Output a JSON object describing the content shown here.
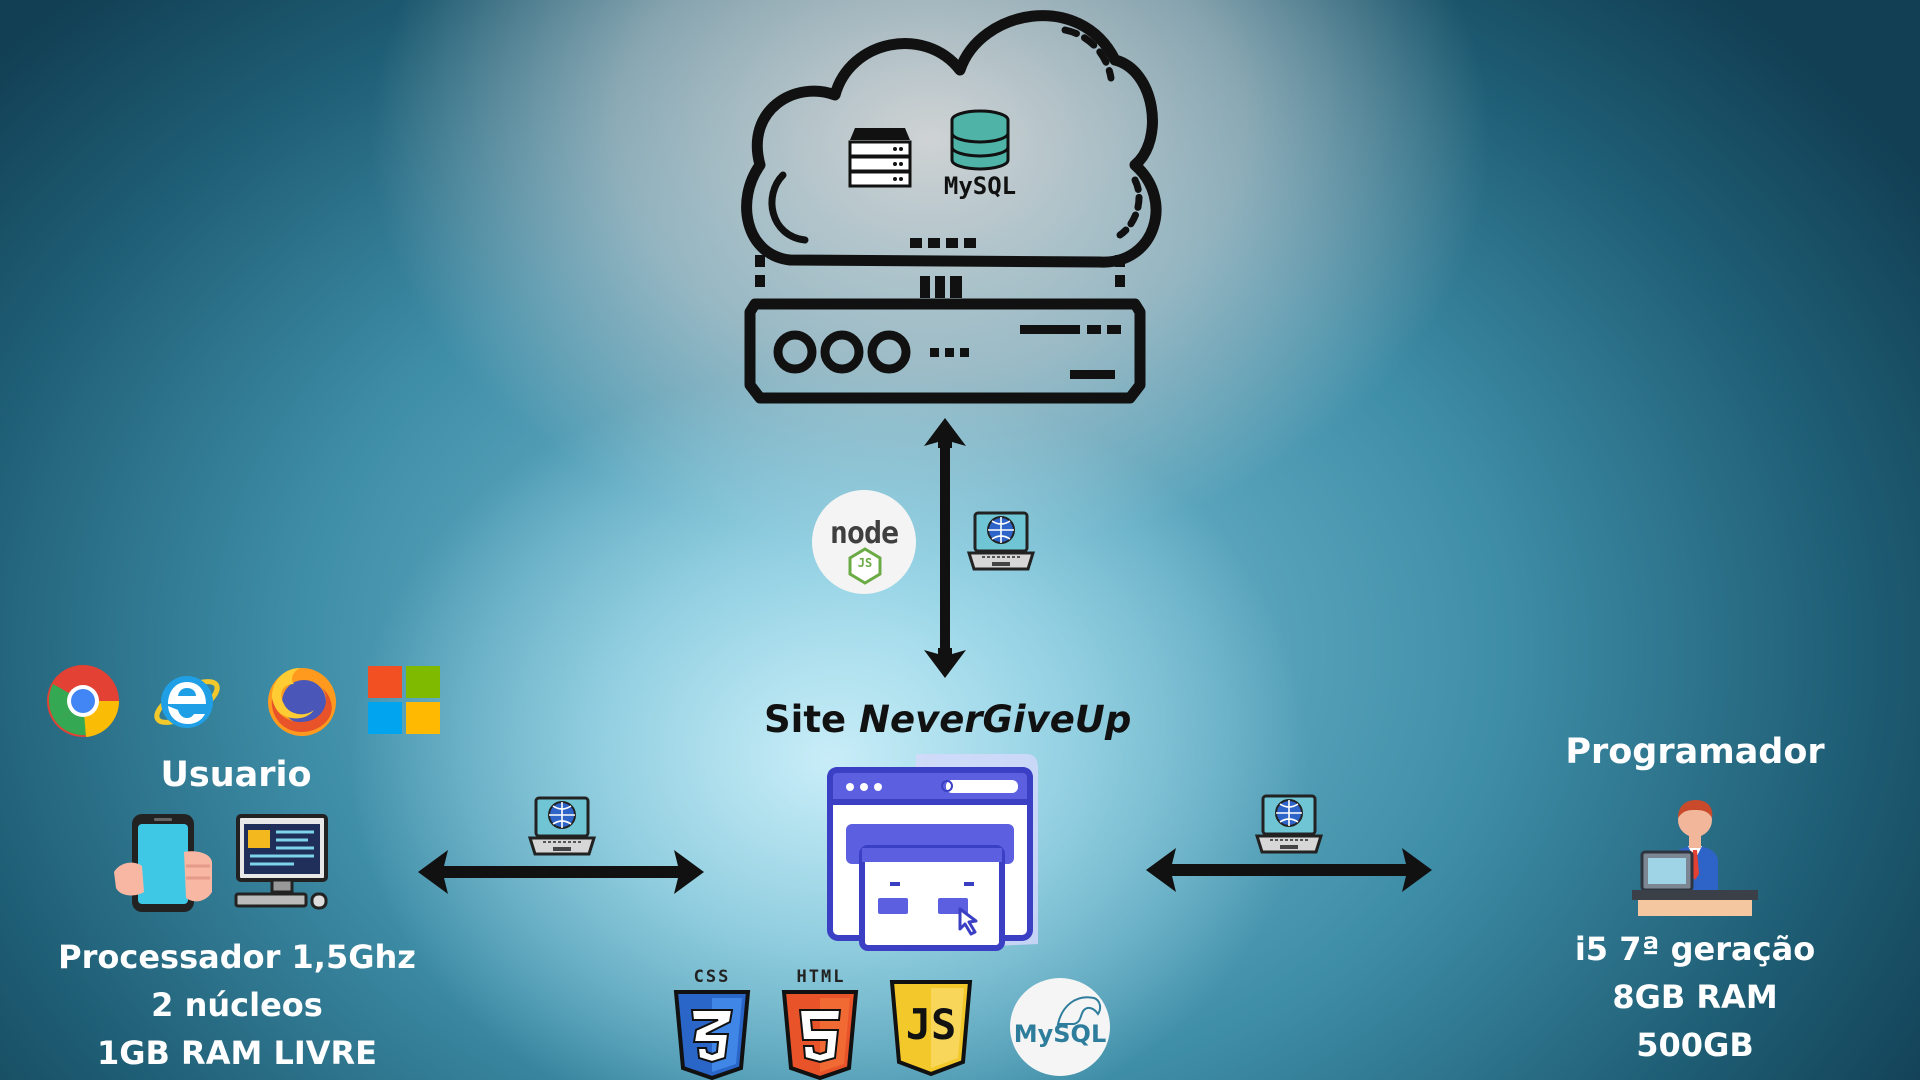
{
  "diagram": {
    "cloud_server": {
      "db_label": "MySQL"
    },
    "site": {
      "prefix": "Site",
      "name": "NeverGiveUp"
    },
    "usuario": {
      "title": "Usuario",
      "specs": [
        "Processador 1,5Ghz",
        "2 núcleos",
        "1GB RAM LIVRE"
      ]
    },
    "programador": {
      "title": "Programador",
      "specs": [
        "i5 7ª geração",
        "8GB RAM",
        "500GB"
      ]
    },
    "tech_logos": {
      "css": "CSS",
      "html": "HTML",
      "js": "JS",
      "mysql": "MySQL",
      "node": "node",
      "node_sub": "JS"
    },
    "browsers": [
      "chrome-icon",
      "internet-explorer-icon",
      "firefox-icon",
      "windows-icon"
    ],
    "colors": {
      "css_blue": "#2a65c8",
      "html_orange": "#e8532a",
      "js_yellow": "#f3c82a",
      "node_green": "#6bab46",
      "mysql_teal": "#2f9c9c",
      "browser_purple": "#5b5fe0",
      "text_white": "#ffffff"
    }
  }
}
